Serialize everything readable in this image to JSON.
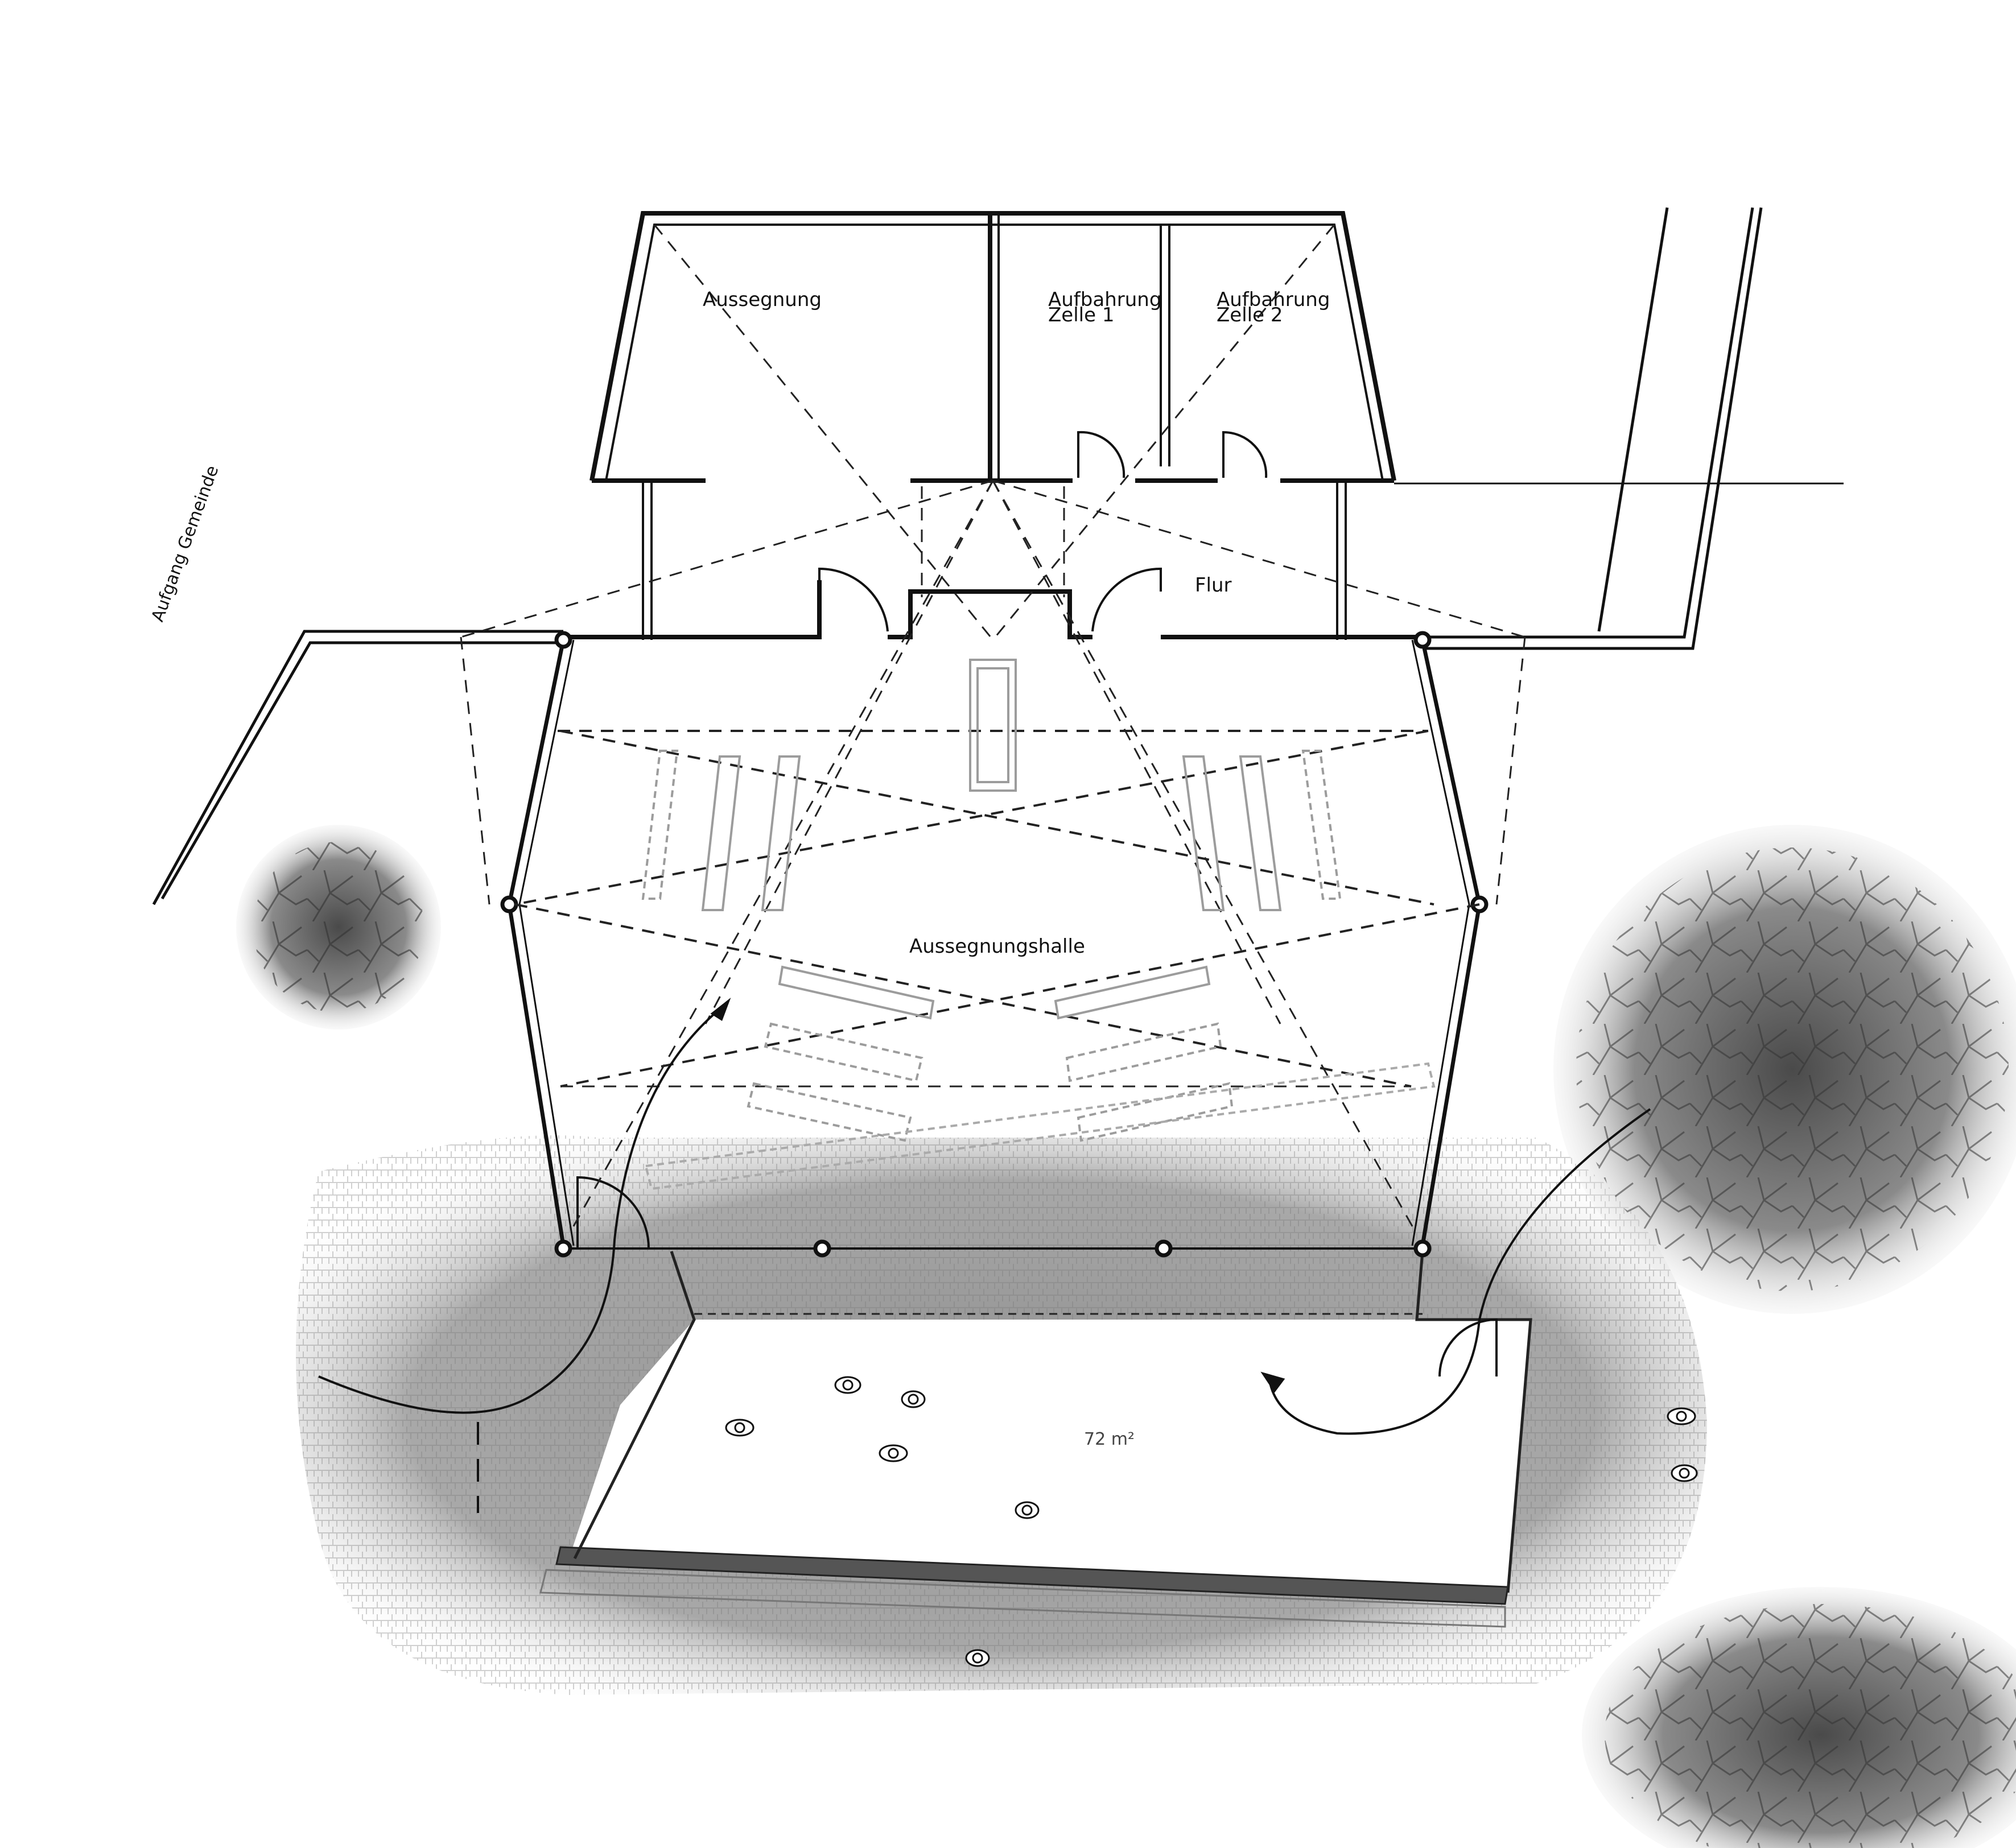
{
  "plan": {
    "rooms": {
      "aussegnung": "Aussegnung",
      "aufbahrung1": {
        "line1": "Aufbahrung",
        "line2": "Zelle 1"
      },
      "aufbahrung2": {
        "line1": "Aufbahrung",
        "line2": "Zelle 2"
      },
      "flur": "Flur",
      "halle": "Aussegnungshalle"
    },
    "area": "72 m²",
    "side_label": "Aufgang Gemeinde"
  },
  "colors": {
    "walls": "#1a1a1a",
    "paving": "#9a9a9a",
    "trees": "#555555",
    "dashed": "#222222",
    "furniture": "#9c9c9c"
  }
}
